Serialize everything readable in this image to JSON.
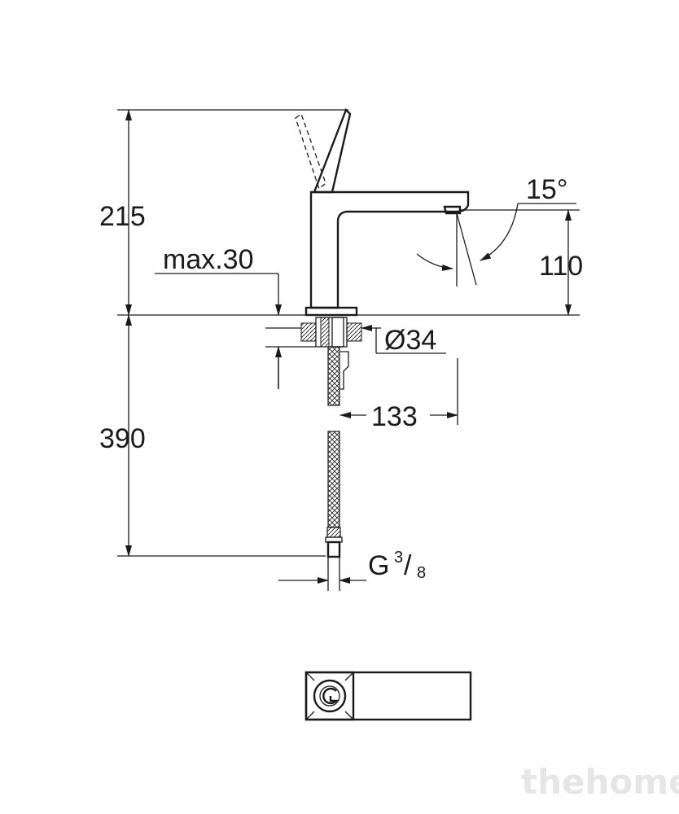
{
  "dimensions": {
    "height_total": "215",
    "spout_height": "110",
    "angle": "15°",
    "max_deck": "max.30",
    "hole_diameter": "Ø34",
    "projection": "133",
    "hose_length": "390",
    "connection_thread": "G",
    "thread_num": "3",
    "thread_den": "8"
  },
  "watermark": "thehome",
  "colors": {
    "line": "#1a1a1a",
    "watermark": "#e6e6e6",
    "background": "#ffffff"
  }
}
